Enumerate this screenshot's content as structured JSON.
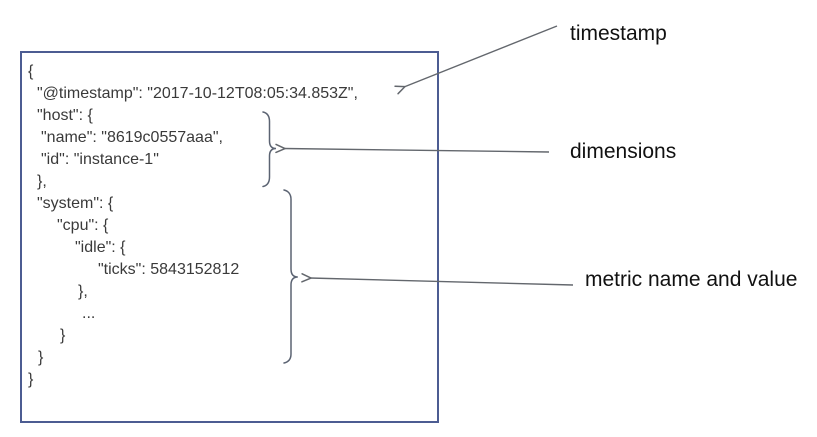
{
  "figure": {
    "description": "Annotated JSON metrics document diagram",
    "colors": {
      "box_border": "#4c5c92",
      "code_text": "#3a3a3a",
      "brace": "#5b6372",
      "arrow": "#63676d",
      "label_text": "#111111"
    }
  },
  "document": {
    "lines": [
      {
        "indent": 0,
        "text": "{"
      },
      {
        "indent": 9,
        "text": "\"@timestamp\": \"2017-10-12T08:05:34.853Z\","
      },
      {
        "indent": 9,
        "text": "\"host\": {"
      },
      {
        "indent": 13,
        "text": "\"name\": \"8619c0557aaa\","
      },
      {
        "indent": 13,
        "text": "\"id\": \"instance-1\""
      },
      {
        "indent": 9,
        "text": "},"
      },
      {
        "indent": 9,
        "text": "\"system\": {"
      },
      {
        "indent": 29,
        "text": "\"cpu\": {"
      },
      {
        "indent": 47,
        "text": "\"idle\": {"
      },
      {
        "indent": 70,
        "text": "\"ticks\": 5843152812"
      },
      {
        "indent": 50,
        "text": "},"
      },
      {
        "indent": 54,
        "text": "..."
      },
      {
        "indent": 32,
        "text": "}"
      },
      {
        "indent": 10,
        "text": "}"
      },
      {
        "indent": 0,
        "text": "}"
      }
    ]
  },
  "annotations": {
    "timestamp": "timestamp",
    "dimensions": "dimensions",
    "metric": "metric name and value"
  }
}
